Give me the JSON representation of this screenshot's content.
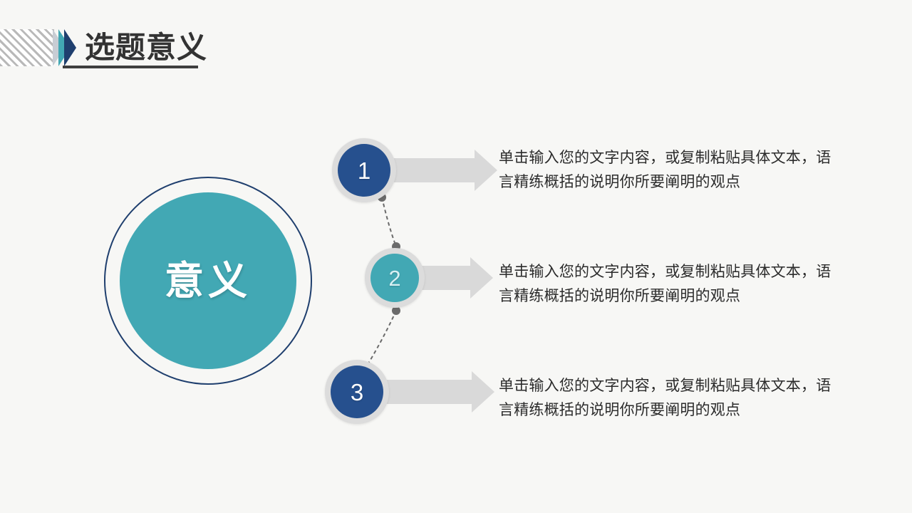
{
  "slide": {
    "background_color": "#f7f7f5",
    "title": "选题意义",
    "title_color": "#333333"
  },
  "header": {
    "stripe_pattern_name": "diagonal-stripes",
    "chevrons": [
      {
        "name": "chevron-light",
        "color": "#c8cdd4"
      },
      {
        "name": "chevron-teal",
        "color": "#42a8b4"
      },
      {
        "name": "chevron-navy",
        "color": "#1f3f6e"
      }
    ]
  },
  "hub": {
    "label": "意义",
    "fill_color": "#42a8b4",
    "ring_color": "#1f3f6e",
    "text_color": "#ffffff"
  },
  "steps": [
    {
      "number": "1",
      "circle_color": "#26508e",
      "ring_color": "#dcdcdc",
      "arrow_color": "#d9d9d9",
      "text": "单击输入您的文字内容，或复制粘贴具体文本，语言精练概括的说明你所要阐明的观点"
    },
    {
      "number": "2",
      "circle_color": "#42a8b4",
      "ring_color": "#dcdcdc",
      "arrow_color": "#d9d9d9",
      "text": "单击输入您的文字内容，或复制粘贴具体文本，语言精练概括的说明你所要阐明的观点"
    },
    {
      "number": "3",
      "circle_color": "#26508e",
      "ring_color": "#dcdcdc",
      "arrow_color": "#d9d9d9",
      "text": "单击输入您的文字内容，或复制粘贴具体文本，语言精练概括的说明你所要阐明的观点"
    }
  ],
  "connectors": {
    "line_color": "#6b6b6b",
    "dot_color": "#6b6b6b",
    "style": "dashed"
  }
}
